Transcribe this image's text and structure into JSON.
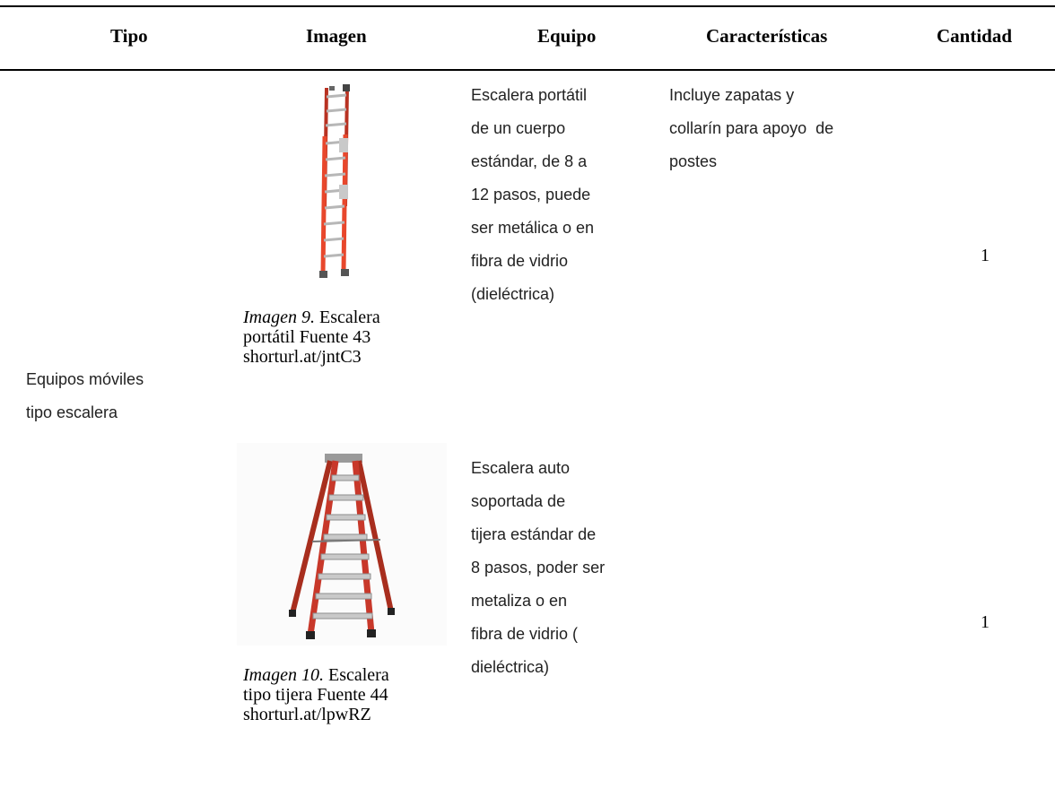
{
  "table": {
    "headers": {
      "tipo": "Tipo",
      "imagen": "Imagen",
      "equipo": "Equipo",
      "caracteristicas": "Características",
      "cantidad": "Cantidad"
    },
    "tipo_group": {
      "line1": "Equipos móviles",
      "line2": "tipo escalera"
    },
    "rows": [
      {
        "image_icon": "extension-ladder-icon",
        "caption_italic": "Imagen 9.",
        "caption_rest": " Escalera",
        "caption_line2": "portátil Fuente 43",
        "caption_line3": "shorturl.at/jntC3",
        "equipo_lines": [
          "Escalera portátil",
          "de un cuerpo",
          "estándar, de 8 a",
          "12 pasos, puede",
          "ser metálica o en",
          "fibra de vidrio",
          "(dieléctrica)"
        ],
        "caracteristicas_lines": [
          "Incluye zapatas y",
          "collarín para apoyo  de",
          "postes"
        ],
        "cantidad": "1"
      },
      {
        "image_icon": "step-ladder-icon",
        "caption_italic": "Imagen 10.",
        "caption_rest": " Escalera",
        "caption_line2": "tipo tijera Fuente 44",
        "caption_line3": "shorturl.at/lpwRZ",
        "equipo_lines": [
          "Escalera auto",
          "soportada de",
          "tijera estándar de",
          "8 pasos, poder ser",
          "metaliza o en",
          "fibra de vidrio (",
          "dieléctrica)"
        ],
        "caracteristicas_lines": [],
        "cantidad": "1"
      }
    ]
  },
  "colors": {
    "ladder_orange": "#e8472c",
    "ladder_red": "#b83222",
    "rail_metal": "#b7b7b7"
  }
}
